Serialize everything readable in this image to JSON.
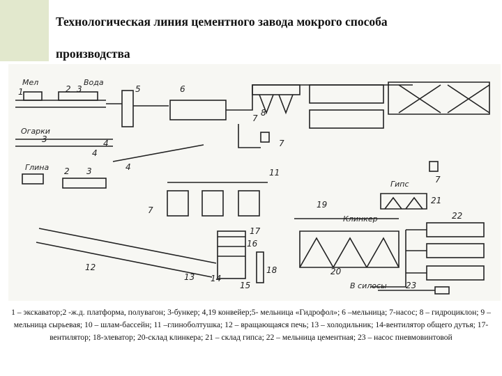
{
  "slide": {
    "title_line1": "Технологическая линия цементного завода мокрого способа",
    "title_line2": "производства",
    "caption": "1 – экскаватор;2 -ж.д. платформа, полувагон; 3-бункер; 4,19 конвейер;5- мельница «Гидрофол»; 6 –мельница; 7-насос; 8 – гидроциклон; 9 – мельница сырьевая; 10 – шлам-бассейн; 11 –глиноболтушка; 12 – вращающаяся печь; 13 – холодильник; 14-вентилятор общего дутья; 17-вентилятор; 18-элеватор; 20-склад клинкера; 21 – склад гипса; 22 – мельница цементная; 23 – насос пневмовинтовой"
  },
  "diagram": {
    "labels": {
      "chalk": "Мел",
      "water": "Вода",
      "clay": "Глина",
      "gypsum": "Гипс",
      "clinker": "Клинкер",
      "scrap": "Огарки",
      "to_silos": "В силосы"
    },
    "numbers": {
      "n1": "1",
      "n2a": "2",
      "n3a": "3",
      "n5": "5",
      "n6": "6",
      "n7a": "7",
      "n7b": "7",
      "n7c": "7",
      "n7d": "7",
      "n3b": "3",
      "n4a": "4",
      "n4b": "4",
      "n4c": "4",
      "n2b": "2",
      "n3c": "3",
      "n11": "11",
      "n12": "12",
      "n13": "13",
      "n14": "14",
      "n15": "15",
      "n16": "16",
      "n17": "17",
      "n18": "18",
      "n19": "19",
      "n20": "20",
      "n21": "21",
      "n22": "22",
      "n23": "23",
      "n8": "8"
    }
  }
}
